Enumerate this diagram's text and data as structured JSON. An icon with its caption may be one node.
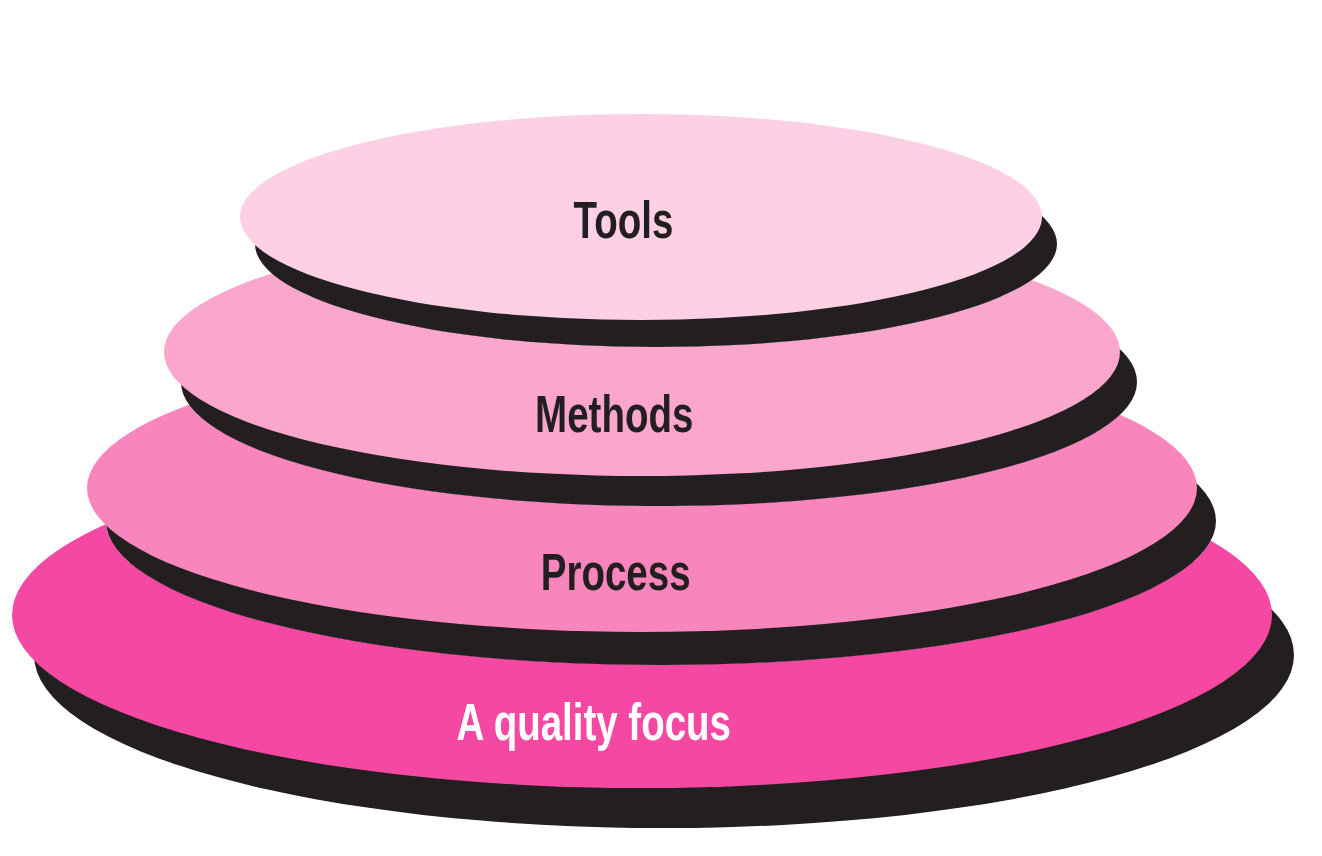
{
  "diagram": {
    "nodes": [
      {
        "text": [
          "Tools"
        ]
      },
      {
        "text": [
          "Methods"
        ]
      },
      {
        "text": [
          "Process"
        ]
      },
      {
        "text": [
          "A quality focus"
        ]
      }
    ]
  }
}
